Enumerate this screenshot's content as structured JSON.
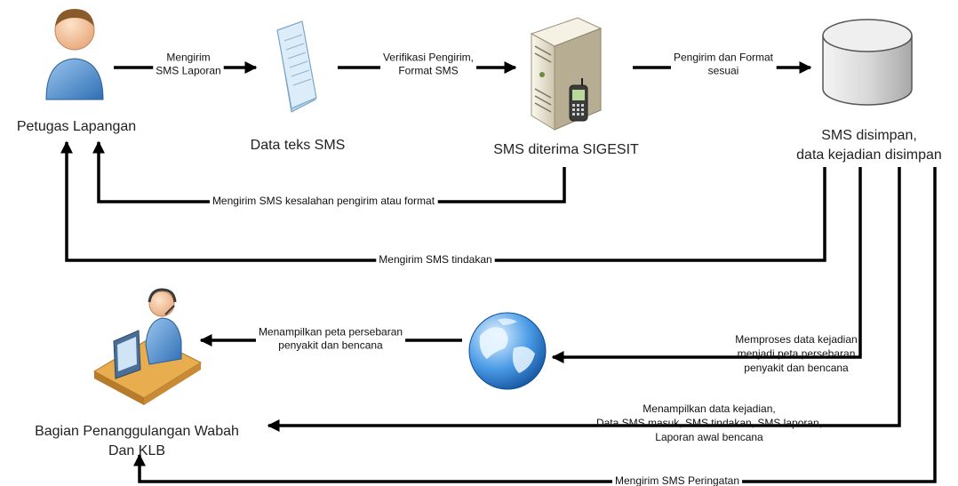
{
  "nodes": {
    "petugas": {
      "label": [
        "Petugas Lapangan"
      ],
      "icon": "person-icon"
    },
    "teks": {
      "label": [
        "Data teks SMS"
      ],
      "icon": "document-icon"
    },
    "server": {
      "label": [
        "SMS diterima SIGESIT"
      ],
      "icon": "server-phone-icon"
    },
    "db": {
      "label": [
        "SMS disimpan,",
        "data kejadian disimpan"
      ],
      "icon": "database-icon"
    },
    "globe": {
      "label": [],
      "icon": "globe-icon"
    },
    "bagian": {
      "label": [
        "Bagian Penanggulangan Wabah",
        "Dan KLB"
      ],
      "icon": "operator-desk-icon"
    }
  },
  "edges": {
    "kirim": [
      "Mengirim",
      "SMS Laporan"
    ],
    "verifikasi": [
      "Verifikasi Pengirim,",
      "Format SMS"
    ],
    "sesuai": [
      "Pengirim dan Format",
      "sesuai"
    ],
    "kesalahan": [
      "Mengirim SMS kesalahan pengirim atau format"
    ],
    "tindakan": [
      "Mengirim SMS tindakan"
    ],
    "memproses": [
      "Memproses data kejadian",
      "menjadi peta persebaran",
      "penyakit dan bencana"
    ],
    "peta": [
      "Menampilkan peta persebaran",
      "penyakit dan bencana"
    ],
    "tampil": [
      "Menampilkan data kejadian,",
      "Data SMS masuk, SMS tindakan, SMS laporan,",
      "Laporan awal bencana"
    ],
    "peringatan": [
      "Mengirim SMS Peringatan"
    ]
  },
  "colors": {
    "line": "#000000",
    "person_body": "#4a89c8",
    "document": "#dcecf8",
    "server": "#ece6d4",
    "database": "#d9d9d9",
    "globe": "#2e7fd0",
    "desk": "#e0a544"
  }
}
